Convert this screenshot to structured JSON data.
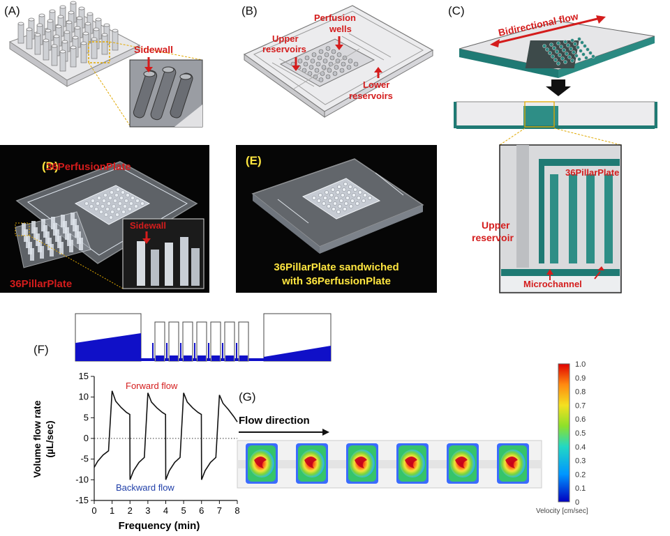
{
  "panels": {
    "a": {
      "label": "(A)",
      "sidewall": "Sidewall"
    },
    "b": {
      "label": "(B)",
      "upper": [
        "Upper",
        "reservoirs"
      ],
      "perfusion": [
        "Perfusion",
        "wells"
      ],
      "lower": [
        "Lower",
        "reservoirs"
      ]
    },
    "c": {
      "label": "(C)",
      "bidirectional": "Bidirectional flow",
      "pillar": "36PillarPlate",
      "upper": [
        "Upper",
        "reservoir"
      ],
      "microchannel": "Microchannel"
    },
    "d": {
      "label": "(D)",
      "perfusion_plate": "36PerfusionPlate",
      "sidewall": "Sidewall",
      "pillar_plate": "36PillarPlate"
    },
    "e": {
      "label": "(E)",
      "caption": [
        "36PillarPlate sandwiched",
        "with 36PerfusionPlate"
      ]
    },
    "f": {
      "label": "(F)"
    },
    "g": {
      "label": "(G)",
      "flow_direction": "Flow direction",
      "colorbar_title": "Velocity [cm/sec]"
    }
  },
  "colors": {
    "annotation": "#d41c1c",
    "fluid": "#1010c8",
    "curve": "#111111"
  },
  "chart_data": [
    {
      "type": "line",
      "xlabel": "Frequency (min)",
      "ylabel": [
        "Volume flow rate",
        "(µL/sec)"
      ],
      "xlim": [
        0,
        8
      ],
      "ylim": [
        -15,
        15
      ],
      "xticks": [
        0,
        1,
        2,
        3,
        4,
        5,
        6,
        7,
        8
      ],
      "yticks": [
        15,
        10,
        5,
        0,
        -5,
        -10,
        -15
      ],
      "annotations": {
        "forward": "Forward flow",
        "backward": "Backward flow"
      },
      "reference_line": {
        "y": 0,
        "style": "dotted"
      },
      "series": [
        {
          "x": [
            0,
            0.2,
            0.5,
            0.8,
            1.0,
            1.2,
            1.5,
            1.8,
            1.99,
            2.0,
            2.2,
            2.5,
            2.8,
            3.0,
            3.2,
            3.5,
            3.8,
            3.99,
            4.0,
            4.2,
            4.5,
            4.8,
            5.0,
            5.2,
            5.5,
            5.8,
            5.99,
            6.0,
            6.2,
            6.5,
            6.8,
            7.0,
            7.2,
            7.5,
            7.8,
            8.0
          ],
          "y": [
            -7,
            -5.5,
            -4,
            -3,
            11.5,
            9,
            7.5,
            6.3,
            5.8,
            -10,
            -7.8,
            -5.8,
            -4.6,
            11,
            8.8,
            7.4,
            6.3,
            5.8,
            -10,
            -7.8,
            -5.8,
            -4.6,
            11,
            8.8,
            7.4,
            6.3,
            5.8,
            -10,
            -7.8,
            -5.8,
            -4.6,
            10.5,
            8.5,
            7,
            5.3,
            4
          ]
        }
      ]
    },
    {
      "type": "heatmap",
      "colorbar": {
        "ticks": [
          "1.0",
          "0.9",
          "0.8",
          "0.7",
          "0.6",
          "0.5",
          "0.4",
          "0.3",
          "0.2",
          "0.1",
          "0"
        ],
        "range": [
          0,
          1
        ]
      },
      "wells": 6
    }
  ]
}
